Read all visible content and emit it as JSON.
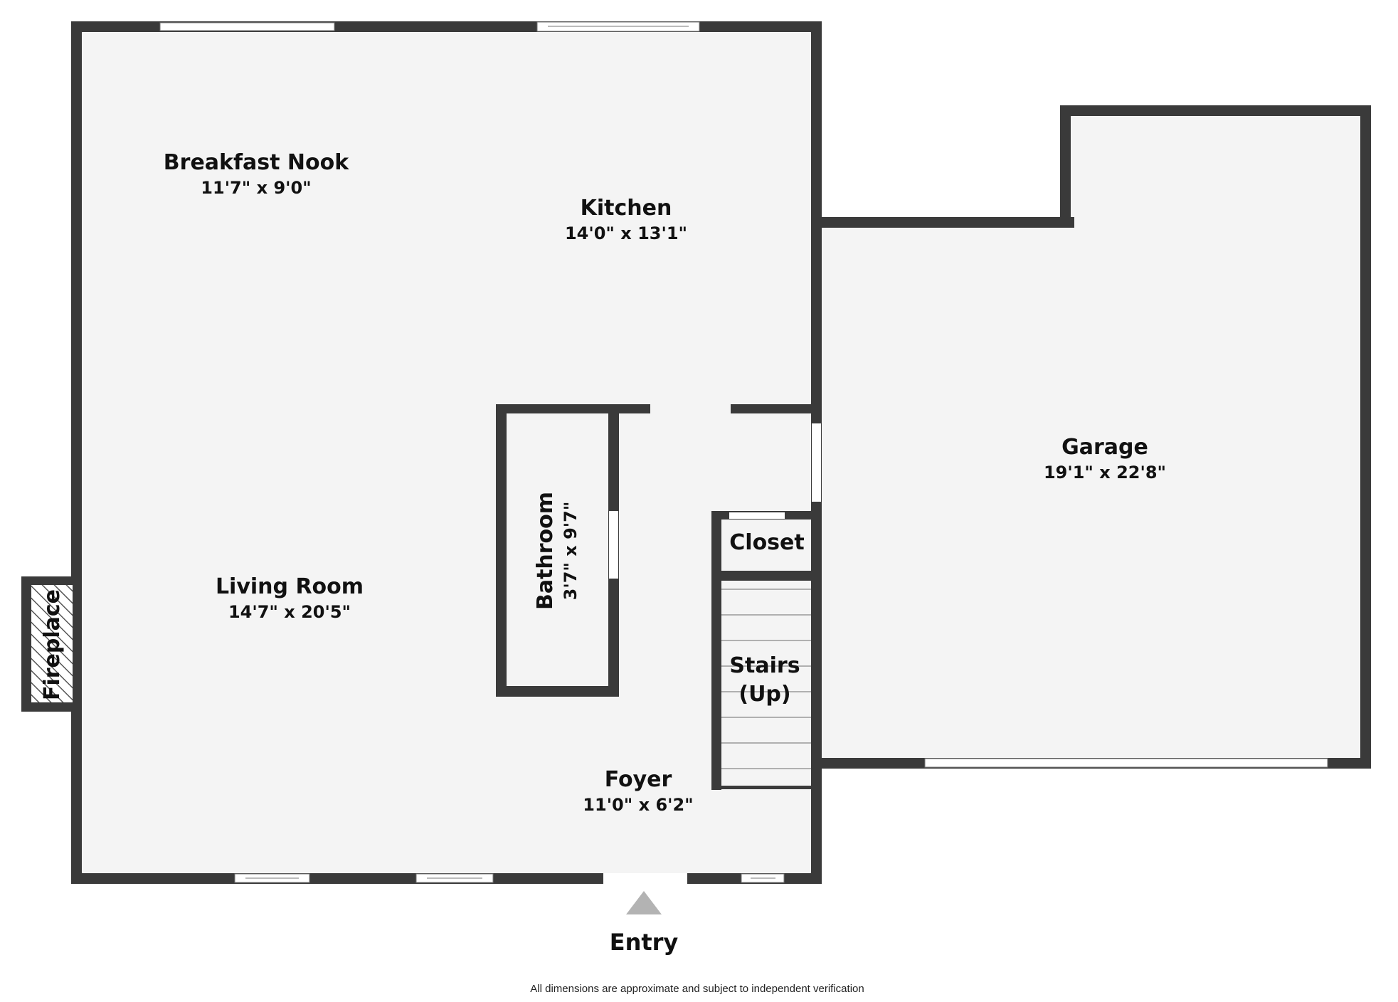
{
  "rooms": {
    "breakfast_nook": {
      "name": "Breakfast Nook",
      "dims": "11'7\" x 9'0\""
    },
    "kitchen": {
      "name": "Kitchen",
      "dims": "14'0\" x 13'1\""
    },
    "living_room": {
      "name": "Living Room",
      "dims": "14'7\" x 20'5\""
    },
    "bathroom": {
      "name": "Bathroom",
      "dims": "3'7\" x 9'7\""
    },
    "closet": {
      "name": "Closet"
    },
    "stairs": {
      "name_line1": "Stairs",
      "name_line2": "(Up)"
    },
    "foyer": {
      "name": "Foyer",
      "dims": "11'0\" x 6'2\""
    },
    "garage": {
      "name": "Garage",
      "dims": "19'1\" x 22'8\""
    },
    "fireplace": {
      "name": "Fireplace"
    }
  },
  "entry": {
    "label": "Entry"
  },
  "disclaimer": "All dimensions are approximate and subject to independent verification",
  "colors": {
    "wall": "#3a3a3a",
    "floor": "#f4f4f4",
    "window": "#ffffff",
    "entry_arrow": "#b3b3b3"
  }
}
